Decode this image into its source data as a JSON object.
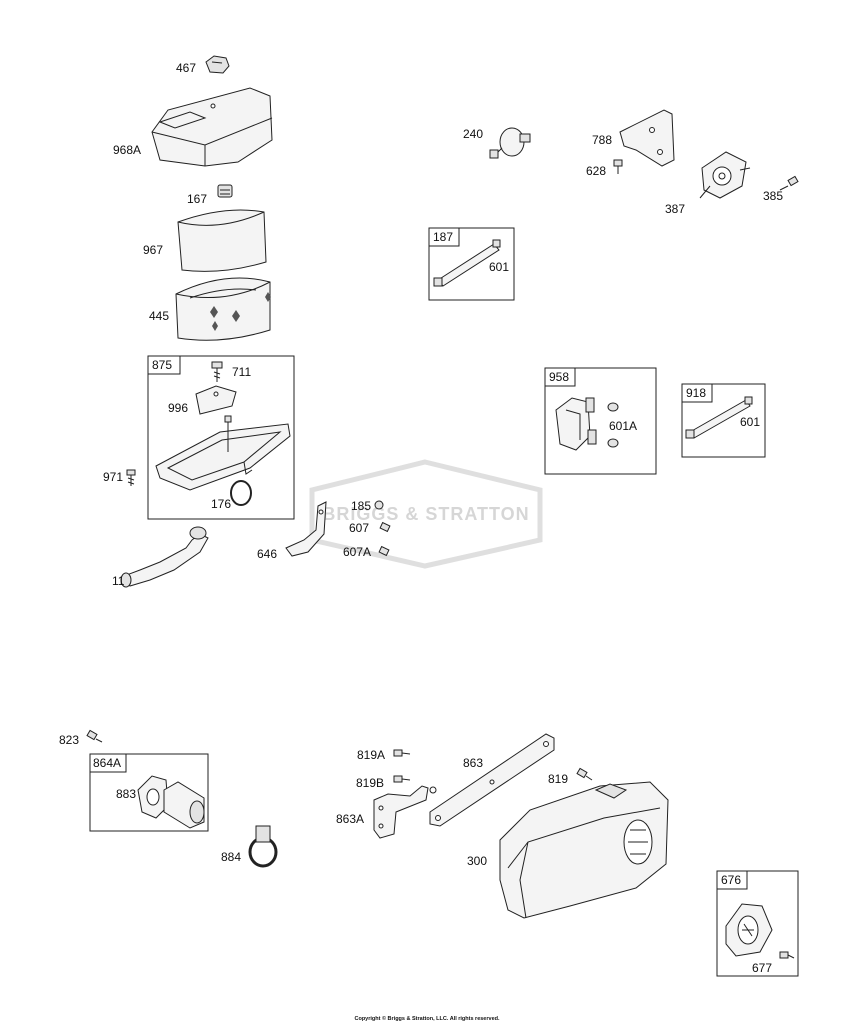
{
  "watermark": "BRIGGS & STRATTON",
  "copyright": "Copyright © Briggs & Stratton, LLC. All rights reserved.",
  "callouts": {
    "p467": "467",
    "p968A": "968A",
    "p167": "167",
    "p967": "967",
    "p445": "445",
    "p711": "711",
    "p996": "996",
    "p971": "971",
    "p176": "176",
    "p11": "11",
    "p240": "240",
    "p788": "788",
    "p628": "628",
    "p387": "387",
    "p385": "385",
    "p601a": "601",
    "p601A": "601A",
    "p601b": "601",
    "p185": "185",
    "p607": "607",
    "p607A": "607A",
    "p646": "646",
    "p823": "823",
    "p883": "883",
    "p884": "884",
    "p819A": "819A",
    "p819B": "819B",
    "p863": "863",
    "p863A": "863A",
    "p819": "819",
    "p300": "300",
    "p677": "677"
  },
  "boxes": {
    "b875": "875",
    "b187": "187",
    "b958": "958",
    "b918": "918",
    "b864A": "864A",
    "b676": "676"
  }
}
